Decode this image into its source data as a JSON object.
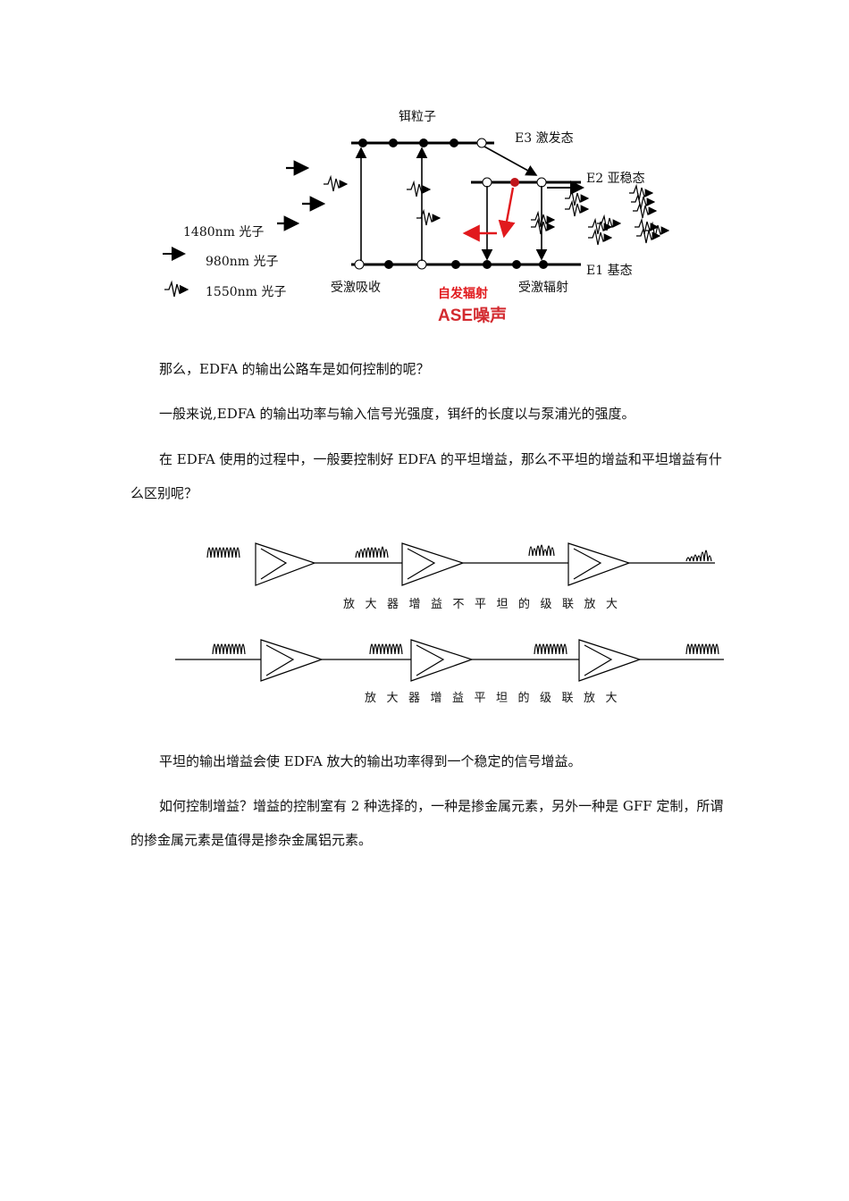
{
  "energy_diagram": {
    "particle_label": "铒粒子",
    "e3_label": "E3 激发态",
    "e2_label": "E2 亚稳态",
    "e1_label": "E1 基态",
    "legend_1480": "1480nm 光子",
    "legend_980": "980nm 光子",
    "legend_1550": "1550nm 光子",
    "absorption_label": "受激吸收",
    "stimulated_label": "受激辐射",
    "spontaneous_label": "自发辐射",
    "ase_label": "ASE噪声"
  },
  "paragraphs": {
    "p1": "那么，EDFA 的输出公路车是如何控制的呢？",
    "p2": "一般来说,EDFA 的输出功率与输入信号光强度，铒纤的长度以与泵浦光的强度。",
    "p3": "在 EDFA 使用的过程中，一般要控制好 EDFA 的平坦增益，那么不平坦的增益和平坦增益有什么区别呢？",
    "p4": "平坦的输出增益会使 EDFA 放大的输出功率得到一个稳定的信号增益。",
    "p5": "如何控制增益？增益的控制室有 2 种选择的，一种是掺金属元素，另外一种是 GFF 定制，所谓的掺金属元素是值得是掺杂金属铝元素。"
  },
  "cascade": {
    "caption_uneven": "放大器增益不平坦的级联放大",
    "caption_flat": "放大器增益平坦的级联放大"
  }
}
